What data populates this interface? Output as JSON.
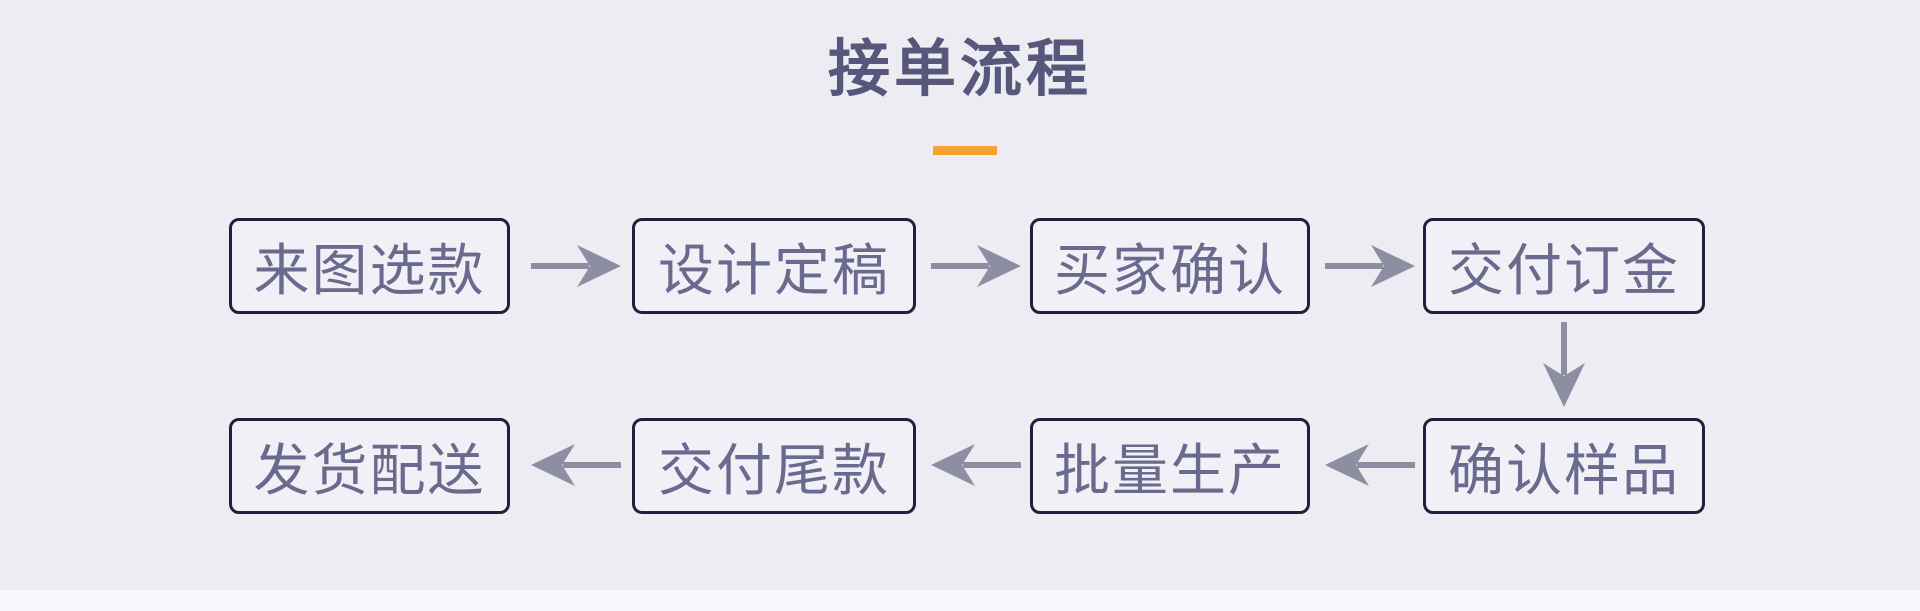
{
  "theme": {
    "bg": "#EDECF3",
    "accent": "#F6A233",
    "title_color": "#57577C",
    "box_border": "#20203E",
    "box_fill": "#F1F0F6",
    "box_text": "#6A6A8E",
    "arrow_color": "#8E8EA3",
    "strip": "#F6F7FA"
  },
  "header": {
    "title": "接单流程"
  },
  "flow": {
    "steps": [
      {
        "label": "来图选款"
      },
      {
        "label": "设计定稿"
      },
      {
        "label": "买家确认"
      },
      {
        "label": "交付订金"
      },
      {
        "label": "确认样品"
      },
      {
        "label": "批量生产"
      },
      {
        "label": "交付尾款"
      },
      {
        "label": "发货配送"
      }
    ]
  }
}
